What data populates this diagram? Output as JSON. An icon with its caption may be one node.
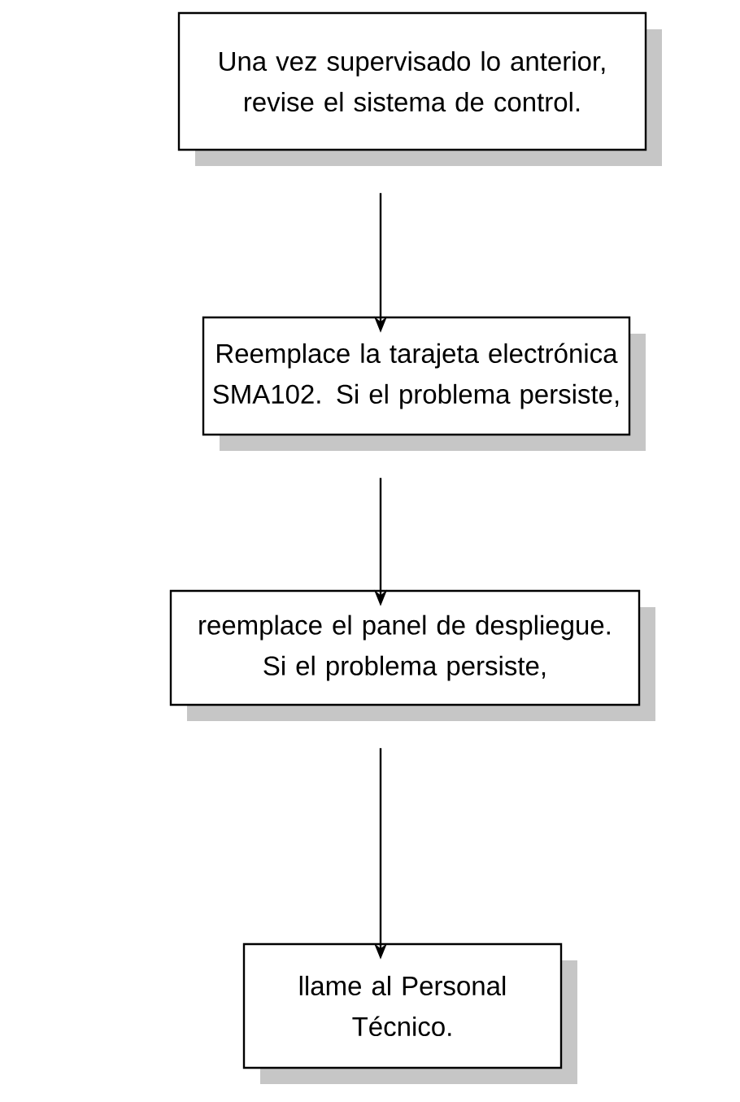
{
  "diagram": {
    "nodes": [
      {
        "text": [
          "Una vez supervisado lo anterior, revise el sistema de control."
        ]
      },
      {
        "text": [
          "Reemplace la tarajeta electrónica SMA102. Si el problema persiste,"
        ]
      },
      {
        "text": [
          "reemplace el panel de despliegue. Si el problema persiste,"
        ]
      },
      {
        "text": [
          "llame al Personal Técnico."
        ]
      }
    ],
    "edges": [
      {
        "from": 0,
        "to": 1,
        "arrow": "to"
      },
      {
        "from": 1,
        "to": 2,
        "arrow": "to"
      },
      {
        "from": 2,
        "to": 3,
        "arrow": "to"
      }
    ]
  }
}
